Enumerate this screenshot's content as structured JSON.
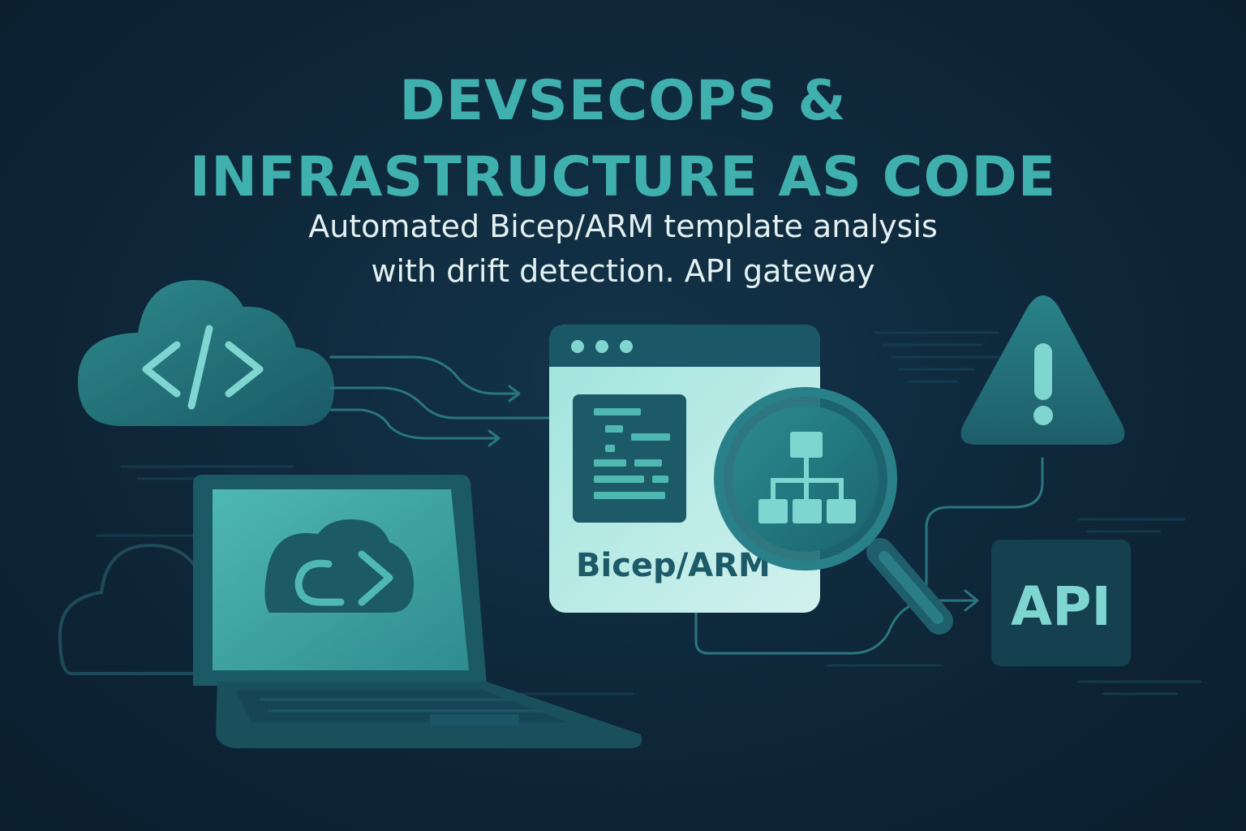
{
  "headline": {
    "line1": "DEVSECOPS &",
    "line2": "INFRASTRUCTURE AS CODE"
  },
  "subtitle": {
    "line1": "Automated Bicep/ARM template analysis",
    "line2": "with drift detection. API gateway"
  },
  "template_window": {
    "label": "Bicep/ARM"
  },
  "api_box": {
    "label": "API"
  },
  "icons": {
    "cloud_code": "cloud-code-icon",
    "laptop": "laptop-icon",
    "magnifier": "magnifier-hierarchy-icon",
    "warning": "warning-triangle-icon"
  },
  "colors": {
    "background": "#0d2233",
    "accent": "#3fb0ad",
    "accent_light": "#7fd6d1",
    "dark_teal": "#174a55"
  }
}
